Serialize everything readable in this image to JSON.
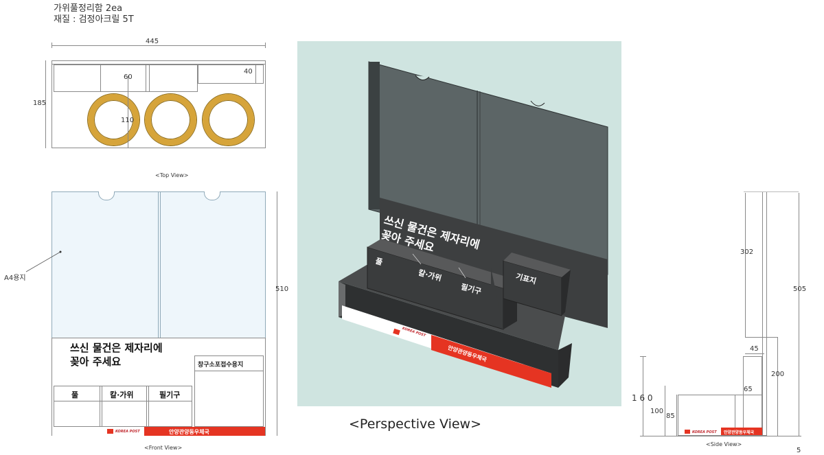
{
  "header": {
    "line1": "가위풀정리함 2ea",
    "line2": "재질 : 검정아크릴 5T"
  },
  "top_view": {
    "caption": "<Top View>",
    "dim_width": "445",
    "dim_depth": "185",
    "dim_60": "60",
    "dim_40": "40",
    "dim_110": "110",
    "ring_color": "#d6a43a"
  },
  "front_view": {
    "caption": "<Front View>",
    "a4_label": "A4용지",
    "dim_height": "510",
    "slogan_line1": "쓰신 물건은 제자리에",
    "slogan_line2": "꽂아 주세요",
    "slot_1": "풀",
    "slot_2": "칼·가위",
    "slot_3": "필기구",
    "side_box": "창구소포접수용지",
    "korea_post": "KOREA POST",
    "red_label": "안양관양동우체국"
  },
  "perspective_view": {
    "caption": "<Perspective View>",
    "slogan_line1": "쓰신 물건은 제자리에",
    "slogan_line2": "꽂아 주세요",
    "slot_1": "풀",
    "slot_2": "칼·가위",
    "slot_3": "필기구",
    "slot_4": "기표지",
    "korea_post": "KOREA POST",
    "red_label": "안양관양동우체국",
    "background_color": "#cfe4e0",
    "acrylic_color": "#3d3f40"
  },
  "side_view": {
    "caption": "<Side View>",
    "dim_302": "302",
    "dim_505": "505",
    "dim_45": "45",
    "dim_200": "200",
    "dim_65": "65",
    "dim_160": "1 6 0",
    "dim_100": "100",
    "dim_85": "85",
    "dim_5": "5",
    "korea_post": "KOREA POST",
    "red_label": "안양관양동우체국"
  },
  "colors": {
    "accent_red": "#e53422",
    "ring_gold": "#d6a43a",
    "a4_fill": "#eef6fb"
  }
}
